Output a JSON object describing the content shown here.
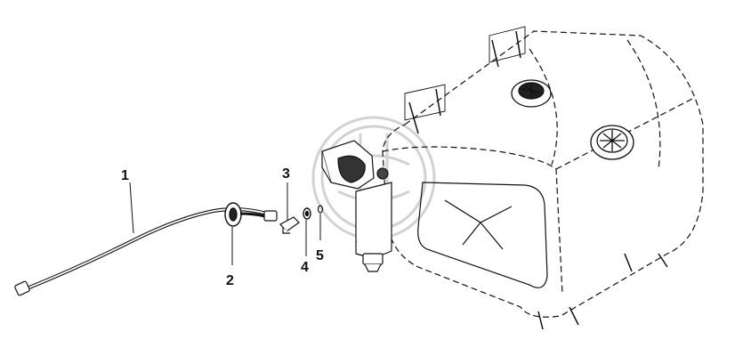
{
  "diagram": {
    "callouts": [
      {
        "id": "c1",
        "label": "1"
      },
      {
        "id": "c2",
        "label": "2"
      },
      {
        "id": "c3",
        "label": "3"
      },
      {
        "id": "c4",
        "label": "4"
      },
      {
        "id": "c5",
        "label": "5"
      }
    ],
    "colors": {
      "line": "#111111",
      "shade": "#dddddd",
      "watermark": "#c8c8c8"
    }
  }
}
